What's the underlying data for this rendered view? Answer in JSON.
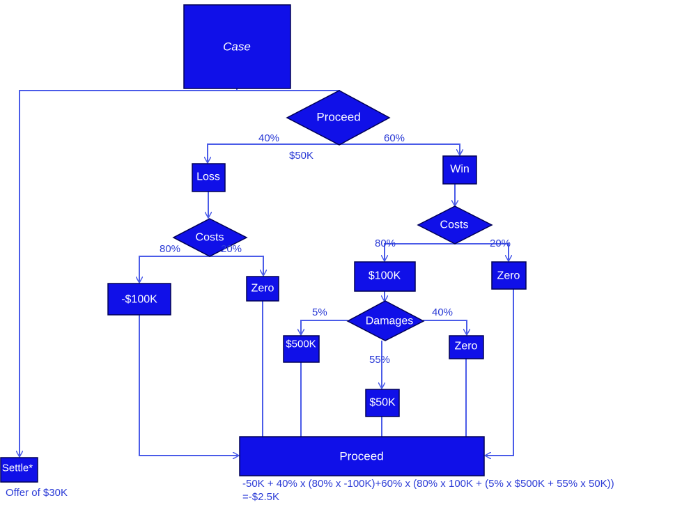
{
  "colors": {
    "node_fill": "#1010e8",
    "node_stroke": "#000055",
    "edge": "#4a5be8",
    "text_blue": "#2b3bd6"
  },
  "nodes": {
    "case": "Case",
    "proceed_top": "Proceed",
    "loss": "Loss",
    "win": "Win",
    "costs_left": "Costs",
    "costs_right": "Costs",
    "neg_100k": "-$100K",
    "zero_left": "Zero",
    "pos_100k": "$100K",
    "zero_right": "Zero",
    "damages": "Damages",
    "pos_500k": "$500K",
    "zero_damages": "Zero",
    "pos_50k": "$50K",
    "proceed_bottom": "Proceed",
    "settle": "Settle*"
  },
  "edge_labels": {
    "loss_pct": "40%",
    "win_pct": "60%",
    "proceed_cost": "$50K",
    "left_80": "80%",
    "left_20": "20%",
    "right_80": "80%",
    "right_20": "20%",
    "dmg_5": "5%",
    "dmg_40": "40%",
    "dmg_55": "55%"
  },
  "annotations": {
    "formula_line1": "-50K + 40% x (80% x -100K)+60% x (80% x 100K + (5% x $500K + 55% x 50K))",
    "formula_line2": "=-$2.5K",
    "settle_offer": "Offer of $30K"
  }
}
